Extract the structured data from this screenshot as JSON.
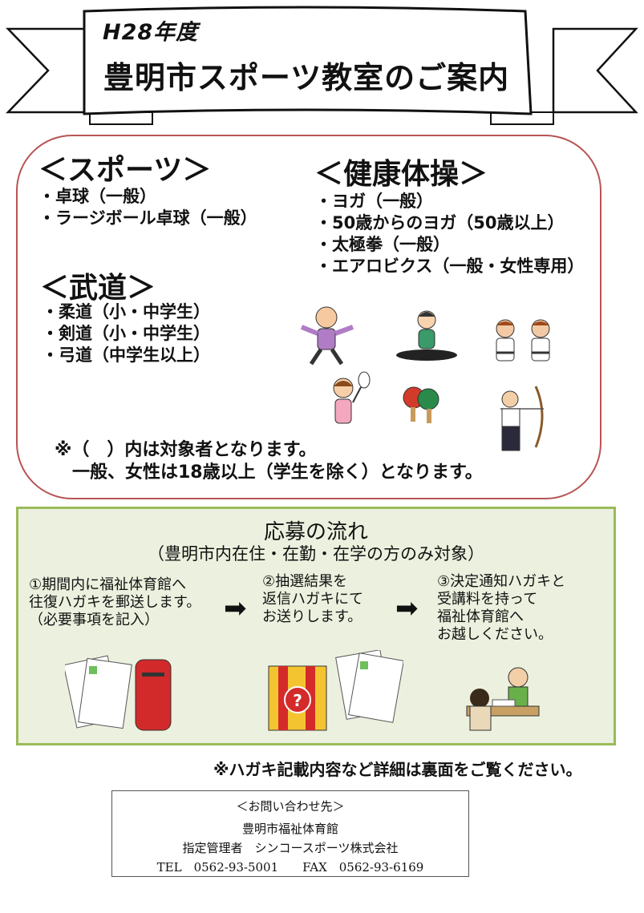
{
  "banner": {
    "year": "H28年度",
    "title": "豊明市スポーツ教室のご案内"
  },
  "programs": {
    "sports": {
      "heading": "＜スポーツ＞",
      "items": [
        "・卓球（一般）",
        "・ラージボール卓球（一般）"
      ]
    },
    "budo": {
      "heading": "＜武道＞",
      "items": [
        "・柔道（小・中学生）",
        "・剣道（小・中学生）",
        "・弓道（中学生以上）"
      ]
    },
    "fitness": {
      "heading": "＜健康体操＞",
      "items": [
        "・ヨガ（一般）",
        "・50歳からのヨガ（50歳以上）",
        "・太極拳（一般）",
        "・エアロビクス（一般・女性専用）"
      ]
    },
    "note_line1": "※（　）内は対象者となります。",
    "note_line2": "一般、女性は18歳以上（学生を除く）となります。"
  },
  "flow": {
    "title": "応募の流れ",
    "subtitle": "（豊明市内在住・在勤・在学の方のみ対象）",
    "steps": [
      {
        "text": "①期間内に福祉体育館へ\n往復ハガキを郵送します。\n（必要事項を記入）"
      },
      {
        "text": "②抽選結果を\n返信ハガキにて\nお送りします。"
      },
      {
        "text": "③決定通知ハガキと\n受講料を持って\n福祉体育館へ\nお越しください。"
      }
    ],
    "arrow_icon": "right-arrow-icon"
  },
  "footnote": "※ハガキ記載内容など詳細は裏面をご覧ください。",
  "contact": {
    "heading": "＜お問い合わせ先＞",
    "org": "豊明市福祉体育館",
    "manager": "指定管理者　シンコースポーツ株式会社",
    "phones": "TEL　0562-93-5001　　FAX　0562-93-6169"
  },
  "colors": {
    "program_border": "#b85454",
    "flow_bg": "#ebf1de",
    "flow_border": "#9bbb59"
  }
}
